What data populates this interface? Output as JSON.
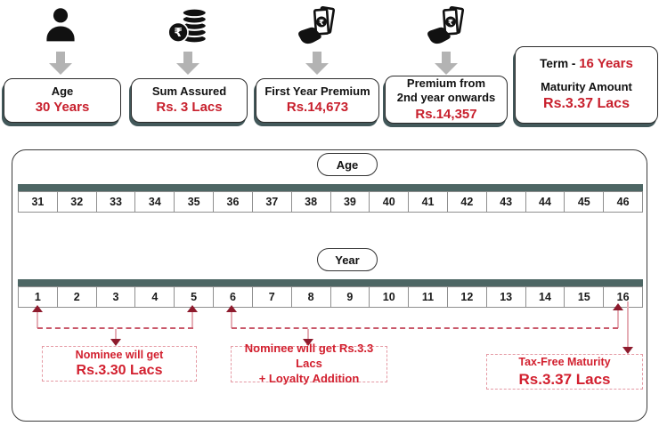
{
  "colors": {
    "accent_red": "#c8202d",
    "annotation_red": "#d21f2e",
    "bar_teal": "#4d6664",
    "arrow_gray": "#b3b3b3",
    "dash_pink": "#c9586a",
    "tail_pink": "#e5adb5",
    "arrowhead_dark_red": "#8e1b2d",
    "box_dash": "#e59aa4",
    "icon_black": "#111111"
  },
  "header": {
    "cards": [
      {
        "icon": "person-icon",
        "title": "Age",
        "value": "30 Years"
      },
      {
        "icon": "rupee-coins-icon",
        "title": "Sum Assured",
        "value": "Rs. 3 Lacs"
      },
      {
        "icon": "money-in-hand-icon",
        "title": "First Year Premium",
        "value": "Rs.14,673"
      },
      {
        "icon": "money-in-hand-icon",
        "title": "Premium from\n2nd year onwards",
        "value": "Rs.14,357"
      },
      {
        "icon": null,
        "term_label": "Term -",
        "term_value": "16 Years",
        "title": "Maturity Amount",
        "value": "Rs.3.37 Lacs"
      }
    ]
  },
  "timeline": {
    "age_label": "Age",
    "ages": [
      "31",
      "32",
      "33",
      "34",
      "35",
      "36",
      "37",
      "38",
      "39",
      "40",
      "41",
      "42",
      "43",
      "44",
      "45",
      "46"
    ],
    "year_label": "Year",
    "years": [
      "1",
      "2",
      "3",
      "4",
      "5",
      "6",
      "7",
      "8",
      "9",
      "10",
      "11",
      "12",
      "13",
      "14",
      "15",
      "16"
    ],
    "marked_years": [
      "1",
      "5",
      "6",
      "16"
    ],
    "annotations": [
      {
        "line1": "Nominee will get",
        "line2": "Rs.3.30 Lacs"
      },
      {
        "line1": "Nominee will get Rs.3.3 Lacs",
        "line2": "+ Loyalty Addition"
      },
      {
        "line1": "Tax-Free Maturity",
        "line2": "Rs.3.37 Lacs"
      }
    ]
  }
}
